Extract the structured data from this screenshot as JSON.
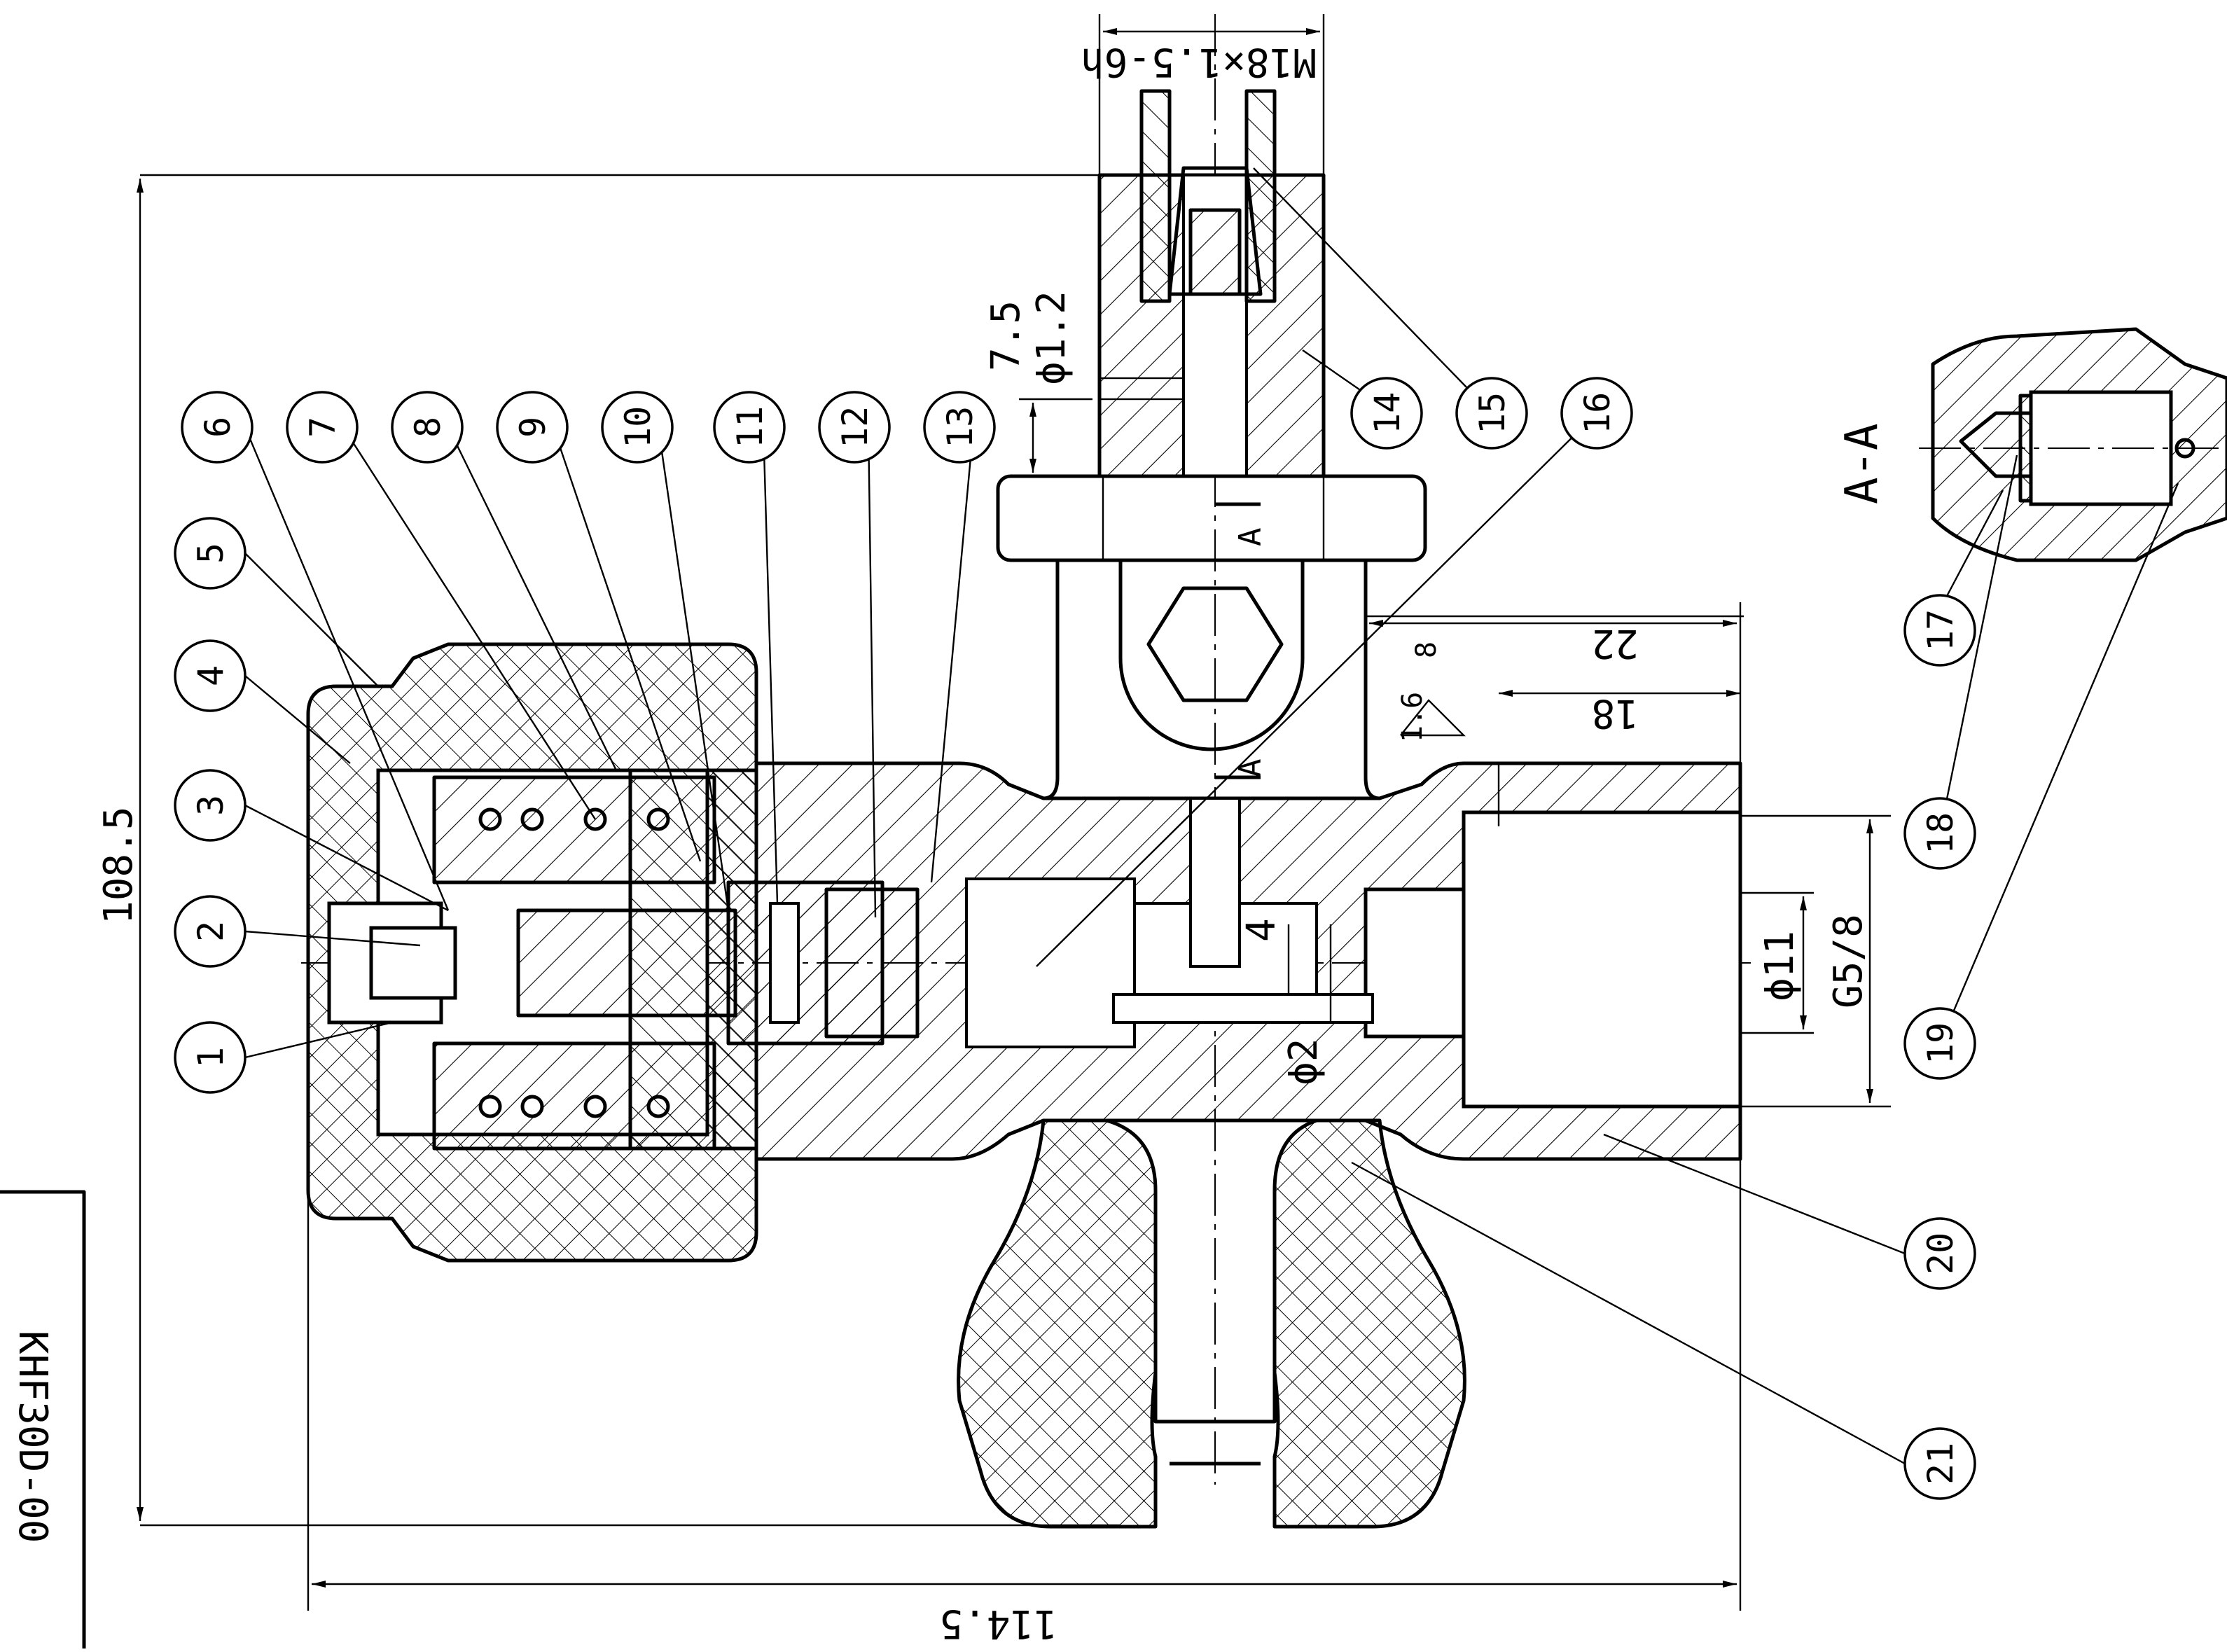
{
  "drawing_number": "KHF30D-00",
  "section_view_label": "A-A",
  "section_marks": [
    "A",
    "A"
  ],
  "dimensions": {
    "overall_height": "108.5",
    "overall_width": "114.5",
    "top_thread": "M18×1.5-6h",
    "d_22": "22",
    "d_18": "18",
    "phi_1_2": "ϕ1.2",
    "d_7_5": "7.5",
    "d_4": "4",
    "phi_2": "ϕ2",
    "phi_11": "ϕ11",
    "g_thread": "G5/8",
    "roughness_value": "1.6",
    "roughness_8": "8"
  },
  "part_balloons": [
    "1",
    "2",
    "3",
    "4",
    "5",
    "6",
    "7",
    "8",
    "9",
    "10",
    "11",
    "12",
    "13",
    "14",
    "15",
    "16",
    "17",
    "18",
    "19",
    "20",
    "21"
  ]
}
